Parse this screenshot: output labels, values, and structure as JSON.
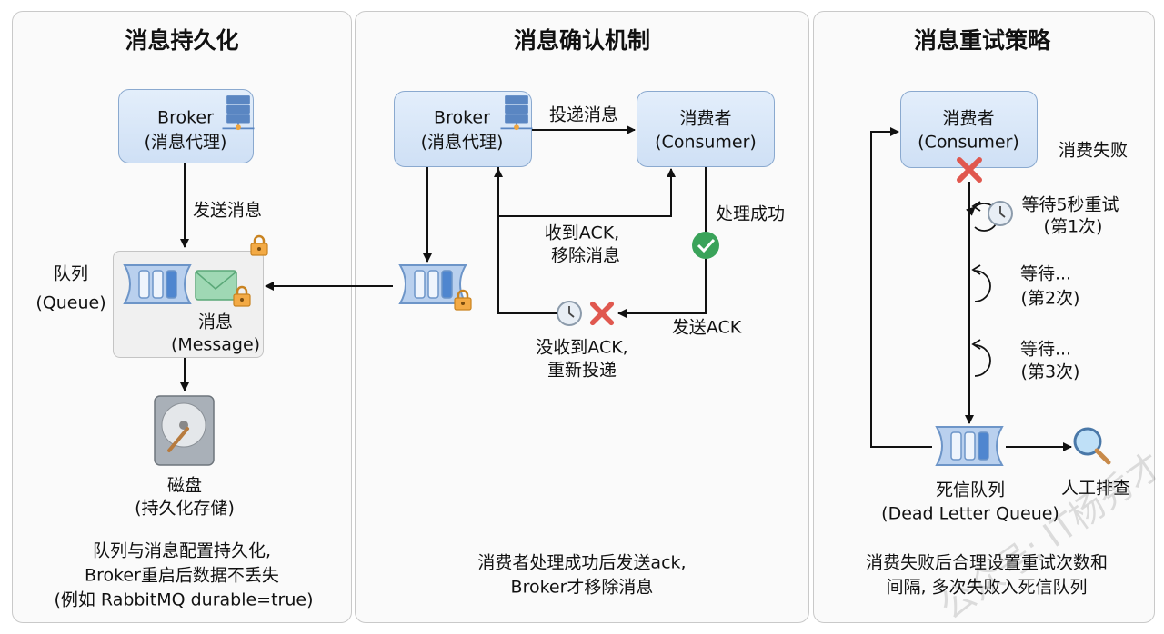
{
  "panels": [
    {
      "title": "消息持久化",
      "broker": [
        "Broker",
        "(消息代理)"
      ],
      "send_label": "发送消息",
      "queue_label": [
        "队列",
        "(Queue)"
      ],
      "message_label": [
        "消息",
        "(Message)"
      ],
      "disk_label": [
        "磁盘",
        "(持久化存储)"
      ],
      "description": [
        "队列与消息配置持久化,",
        "Broker重启后数据不丢失",
        "(例如 RabbitMQ durable=true)"
      ]
    },
    {
      "title": "消息确认机制",
      "broker": [
        "Broker",
        "(消息代理)"
      ],
      "consumer": [
        "消费者",
        "(Consumer)"
      ],
      "deliver_label": "投递消息",
      "ack_received": [
        "收到ACK,",
        "移除消息"
      ],
      "process_success": "处理成功",
      "send_ack": "发送ACK",
      "no_ack": [
        "没收到ACK,",
        "重新投递"
      ],
      "description": [
        "消费者处理成功后发送ack,",
        "Broker才移除消息"
      ]
    },
    {
      "title": "消息重试策略",
      "consumer": [
        "消费者",
        "(Consumer)"
      ],
      "fail_label": "消费失败",
      "retries": [
        [
          "等待5秒重试",
          "(第1次)"
        ],
        [
          "等待...",
          "(第2次)"
        ],
        [
          "等待...",
          "(第3次)"
        ]
      ],
      "dlq_label": [
        "死信队列",
        "(Dead Letter Queue)"
      ],
      "manual_check": "人工排查",
      "description": [
        "消费失败后合理设置重试次数和",
        "间隔, 多次失败入死信队列"
      ]
    }
  ],
  "watermark": "公众号: IT杨秀才",
  "colors": {
    "box_fill": "#d9e7f8",
    "box_border": "#8aa9cf",
    "success": "#3aa35a",
    "error": "#e0584f",
    "lock": "#f0a640",
    "envelope": "#8fd1a8"
  }
}
